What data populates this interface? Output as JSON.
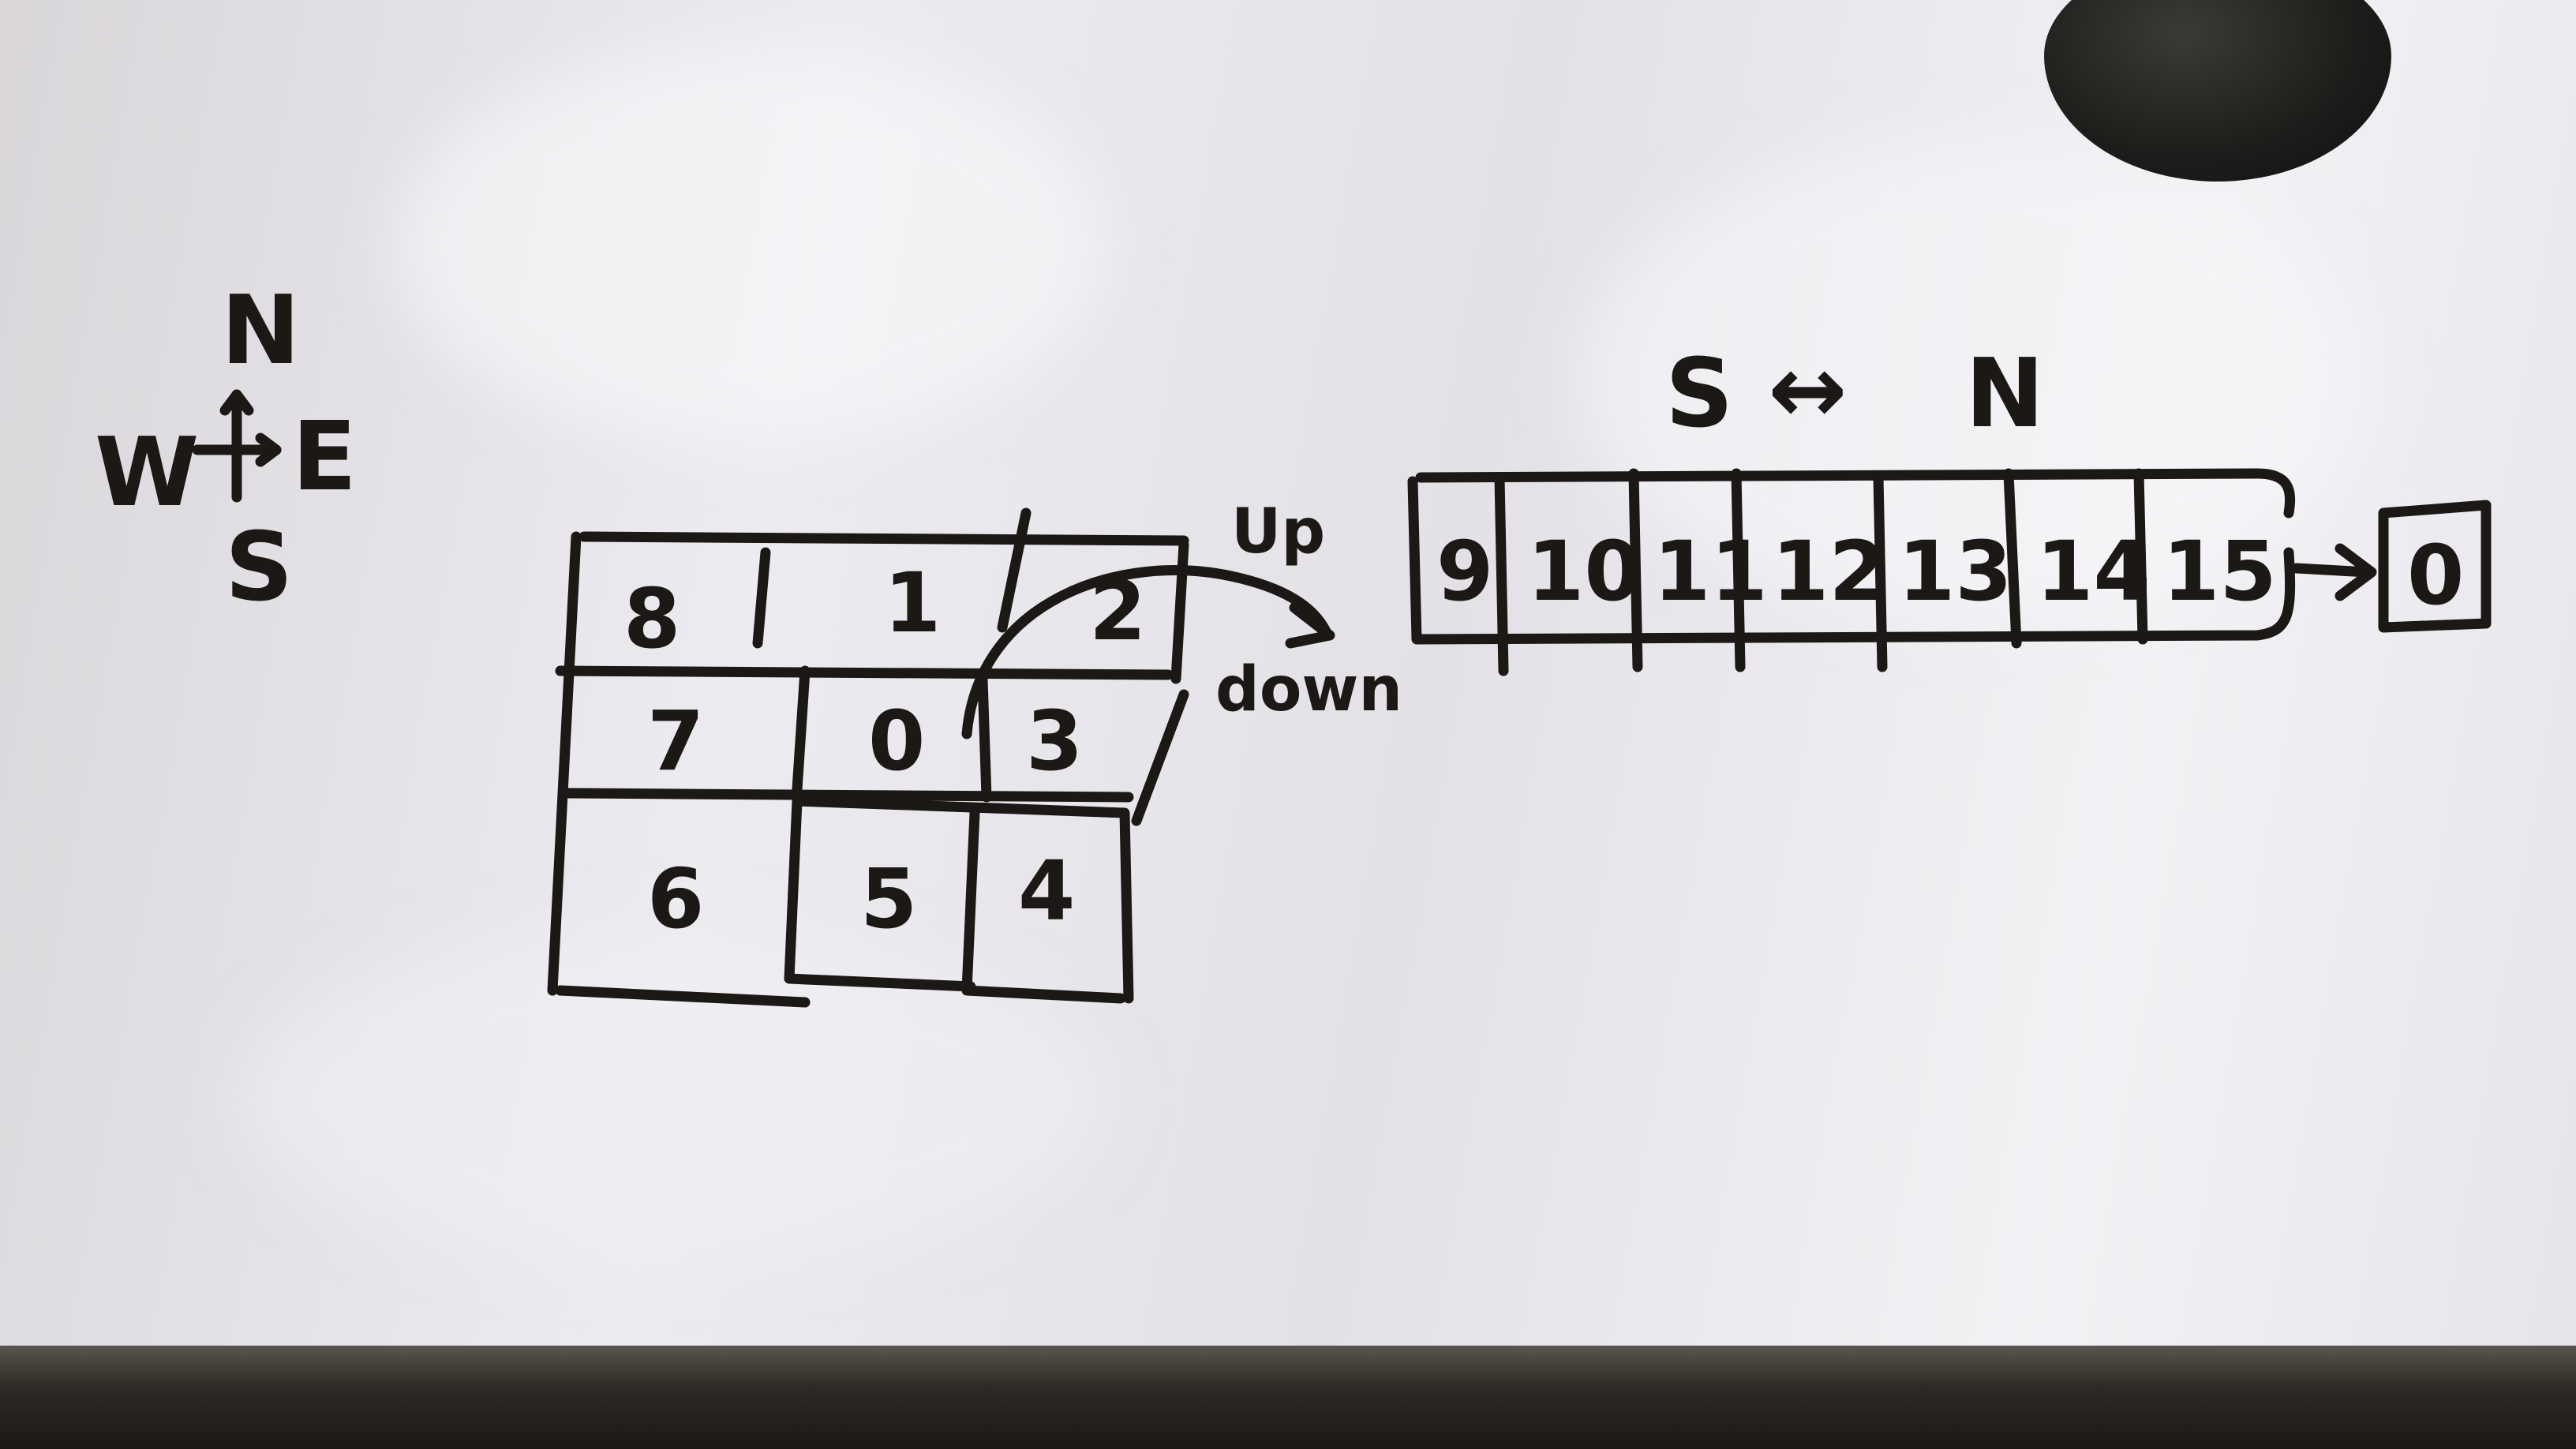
{
  "compass": {
    "north": "N",
    "east": "E",
    "south": "S",
    "west": "W"
  },
  "spiral_grid": {
    "rows": [
      [
        "8",
        "1",
        "2"
      ],
      [
        "7",
        "0",
        "3"
      ],
      [
        "6",
        "5",
        "4"
      ]
    ]
  },
  "transition": {
    "up_label": "Up",
    "down_label": "down"
  },
  "strip": {
    "direction_left": "S",
    "direction_arrow": "↔",
    "direction_right": "N",
    "cells": [
      "9",
      "10",
      "11",
      "12",
      "13",
      "14",
      "15"
    ],
    "next_cell": "0"
  },
  "colors": {
    "ink": "#1b1816",
    "board": "#ecebef",
    "eraser": "#1d1c1a"
  }
}
